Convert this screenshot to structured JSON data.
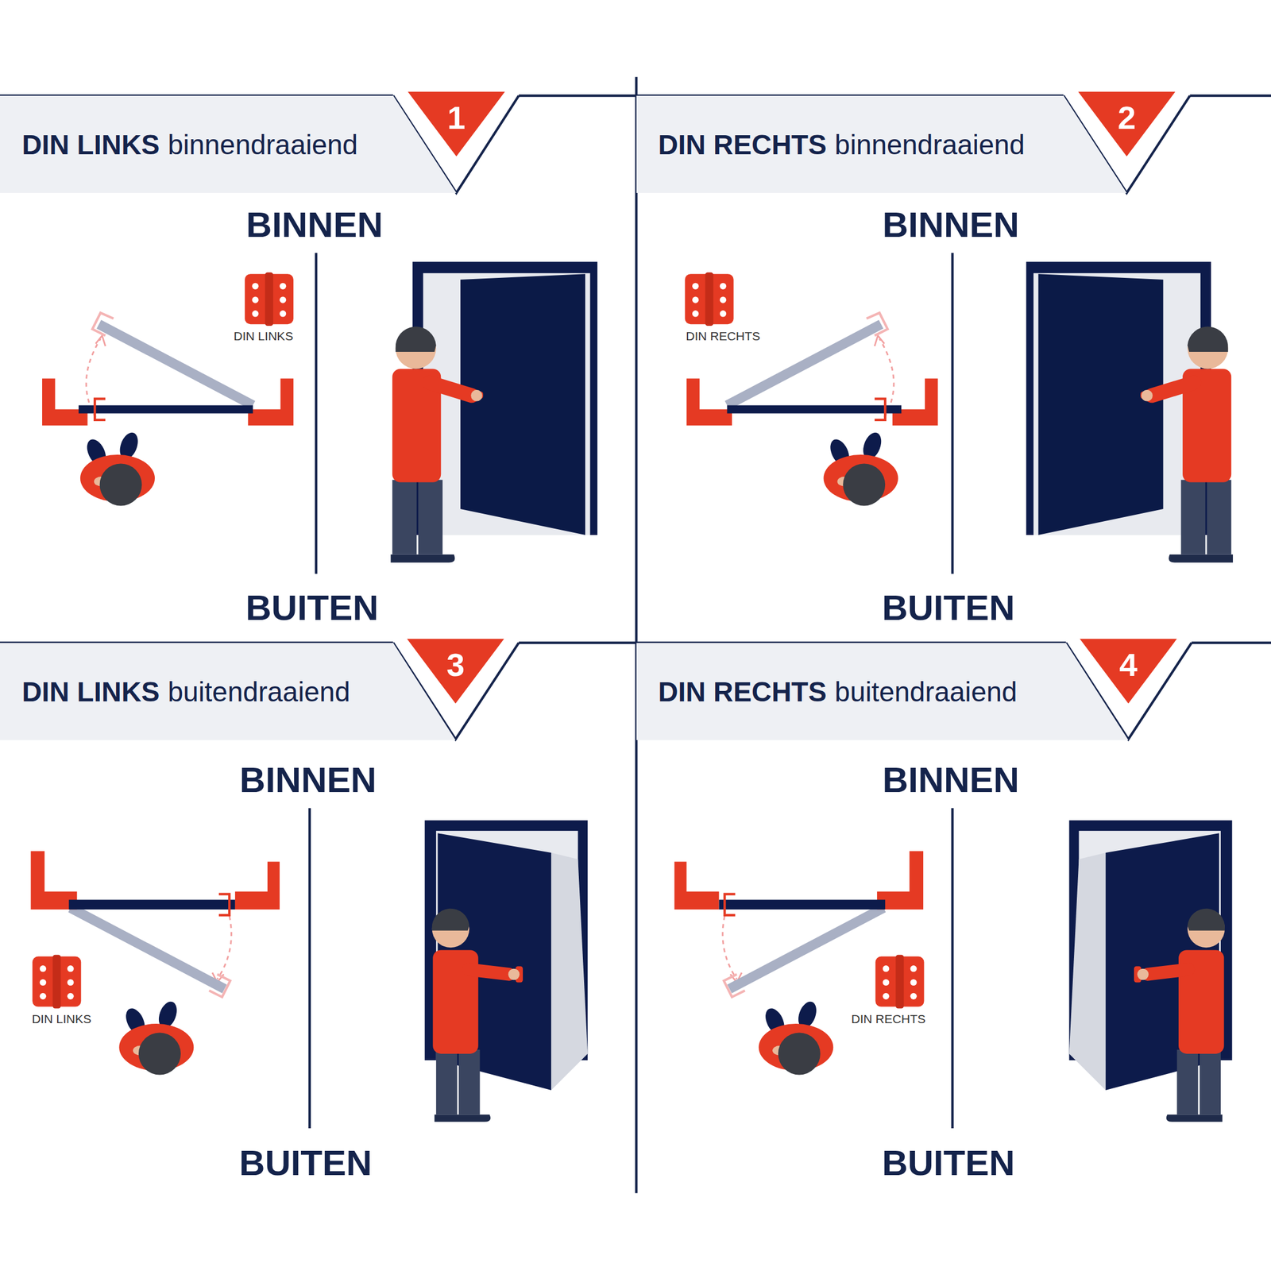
{
  "diagram": {
    "nodes": [
      {
        "text": [
          "DIN LINKS",
          "binnendraaiend"
        ]
      },
      {
        "text": [
          "1"
        ]
      },
      {
        "text": [
          "DIN RECHTS",
          "binnendraaiend"
        ]
      },
      {
        "text": [
          "2"
        ]
      },
      {
        "text": [
          "DIN LINKS",
          "buitendraaiend"
        ]
      },
      {
        "text": [
          "3"
        ]
      },
      {
        "text": [
          "DIN RECHTS",
          "buitendraaiend"
        ]
      },
      {
        "text": [
          "4"
        ]
      }
    ],
    "labels": [
      "BINNEN",
      "BUITEN",
      "DIN LINKS",
      "BINNEN",
      "BUITEN",
      "DIN RECHTS",
      "BINNEN",
      "BUITEN",
      "DIN LINKS",
      "BINNEN",
      "BUITEN",
      "DIN RECHTS"
    ]
  }
}
